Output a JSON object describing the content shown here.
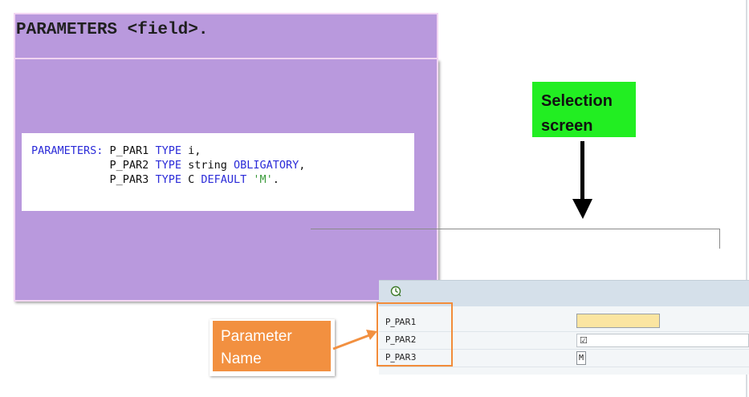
{
  "slide": {
    "title": "PARAMETERS <field>."
  },
  "code": {
    "line1": {
      "kw1": "PARAMETERS:",
      "name": " P_PAR1 ",
      "kw2": "TYPE",
      "rest": " i,"
    },
    "line2": {
      "indent": "            ",
      "name": "P_PAR2 ",
      "kw1": "TYPE",
      "mid": " string ",
      "kw2": "OBLIGATORY",
      "rest": ","
    },
    "line3": {
      "indent": "            ",
      "name": "P_PAR3 ",
      "kw1": "TYPE",
      "mid": " C ",
      "kw2": "DEFAULT",
      "sp": " ",
      "str": "'M'",
      "rest": "."
    }
  },
  "callouts": {
    "selection_screen_line1": "Selection",
    "selection_screen_line2": "screen",
    "parameter_name_line1": "Parameter",
    "parameter_name_line2": "Name"
  },
  "selection_screen": {
    "toolbar": {
      "execute_icon": "execute-clock-icon"
    },
    "rows": [
      {
        "label": "P_PAR1",
        "value": ""
      },
      {
        "label": "P_PAR2",
        "value": "☑"
      },
      {
        "label": "P_PAR3",
        "value": "M"
      }
    ]
  },
  "colors": {
    "panel": "#b999dd",
    "selection_label": "#22ee22",
    "callout_orange": "#f29040",
    "keyword_blue": "#2b2bd8",
    "string_green": "#3a9a3a"
  }
}
